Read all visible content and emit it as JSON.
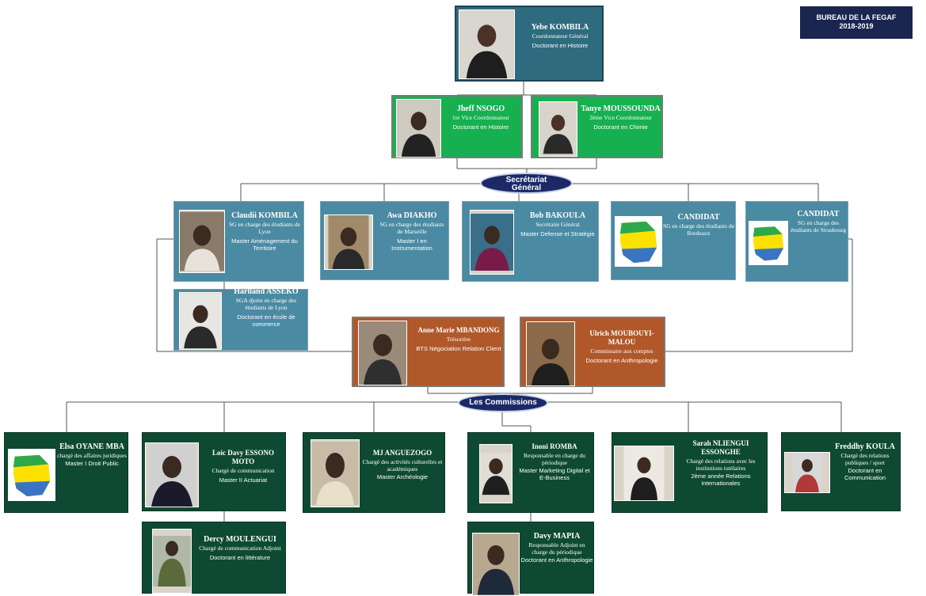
{
  "header": {
    "bureau_title": "BUREAU DE LA FEGAF",
    "bureau_years": "2018-2019"
  },
  "labels": {
    "secretariat_line1": "Secrétariat",
    "secretariat_line2": "Général",
    "commissions": "Les Commissions"
  },
  "colors": {
    "coordinator": "#2e6b7e",
    "vice": "#16b050",
    "secretariat": "#4a8aa3",
    "treasury": "#b0582a",
    "commissions": "#0e4a33",
    "pill": "#1b2a66",
    "bureau": "#1a2550"
  },
  "members": {
    "coordinator": {
      "name": "Yebe KOMBILA",
      "role": "Coordonnateur Général",
      "detail": "Doctorant en Histoire"
    },
    "vice1": {
      "name": "Jheff NSOGO",
      "role": "1er Vice Coordonnateur",
      "detail": "Doctorant en Histoire"
    },
    "vice2": {
      "name": "Tanye MOUSSOUNDA",
      "role": "2ème Vice Coordonnateur",
      "detail": "Doctorant en Chimie"
    },
    "sg_lyon": {
      "name": "Claudii KOMBILA",
      "role": "SG en charge des étudiants de Lyon",
      "detail": "Master Aménagement du Territoire"
    },
    "sg_marseille": {
      "name": "Awa DIAKHO",
      "role": "SG en charge des étudiants de Marseille",
      "detail": "Master I en Instrumentation"
    },
    "sg_general": {
      "name": "Bob BAKOULA",
      "role": "Secrétaire Général",
      "detail": "Master Defense et Stratégie"
    },
    "sg_bordeaux": {
      "name": "CANDIDAT",
      "role": "SG en charge des étudiants de Bordeaux",
      "detail": ""
    },
    "sg_strasbourg": {
      "name": "CANDIDAT",
      "role": "SG en charge des étudiants de Strasbourg",
      "detail": ""
    },
    "sga_lyon": {
      "name": "Harlland ASSEKO",
      "role": "SGA djoint en charge des étudiants de Lyon",
      "detail": "Doctorant en école de commerce"
    },
    "treasurer": {
      "name": "Anne Marie MBANDONG",
      "role": "Trésorière",
      "detail": "BTS Négociation Relation Client"
    },
    "auditor": {
      "name": "Ulrich MOUBOUYI-MALOU",
      "role": "Commissaire aux comptes",
      "detail": "Doctorant en Anthropologie"
    },
    "legal": {
      "name": "Elsa OYANE MBA",
      "role": "chargé des affaires juridiques",
      "detail": "Master I Droit Public"
    },
    "comm": {
      "name": "Loic Davy ESSONO MOTO",
      "role": "Chargé de communication",
      "detail": "Master II Actuariat"
    },
    "comm_adj": {
      "name": "Dercy MOULENGUI",
      "role": "Chargé de communication Adjoint",
      "detail": "Doctorant en littérature"
    },
    "culture": {
      "name": "MJ ANGUEZOGO",
      "role": "Chargé des activités culturelles et académiques",
      "detail": "Master Archéologie"
    },
    "periodique": {
      "name": "Inoni ROMBA",
      "role": "Responsable en charge du périodique",
      "detail": "Master Marketing Digital et E-Business"
    },
    "periodique_adj": {
      "name": "Davy MAPIA",
      "role": "Responsable Adjoint en charge du périodique",
      "detail": "Doctorant en Anthropologie"
    },
    "relations": {
      "name": "Sarah NLIENGUI ESSONGHE",
      "role": "Chargé des relations avec les institutions tutélaires",
      "detail": "2ème année Relations internationales"
    },
    "public": {
      "name": "Freddhy KOULA",
      "role": "Chargé des relations publiques / sport",
      "detail": "Doctorant en Communication"
    }
  }
}
